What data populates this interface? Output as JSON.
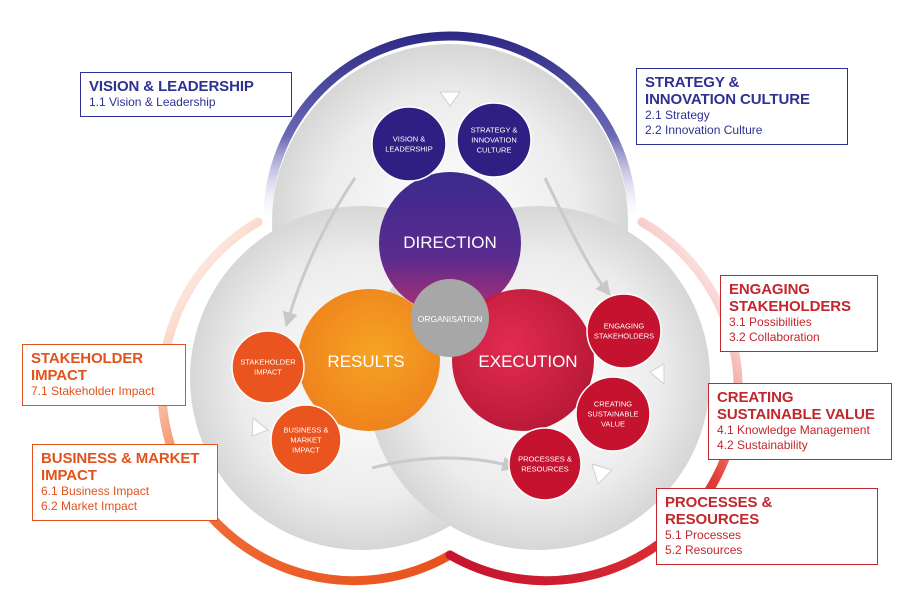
{
  "colors": {
    "direction": "#4b2a8f",
    "direction_small": "#2f1f82",
    "execution": "#c4122f",
    "results": "#f08c1a",
    "results_small": "#e9541f",
    "organisation": "#a7a7a7",
    "box_blue": "#2e3192",
    "box_red": "#c1272d",
    "box_orange": "#e2521d"
  },
  "hub": {
    "label": "ORGANISATION"
  },
  "centers": [
    {
      "id": "direction",
      "label": "DIRECTION"
    },
    {
      "id": "results",
      "label": "RESULTS"
    },
    {
      "id": "execution",
      "label": "EXECUTION"
    }
  ],
  "criteria_circles": [
    {
      "id": "vision",
      "lines": [
        "VISION &",
        "LEADERSHIP"
      ]
    },
    {
      "id": "strategy",
      "lines": [
        "STRATEGY &",
        "INNOVATION",
        "CULTURE"
      ]
    },
    {
      "id": "engaging",
      "lines": [
        "ENGAGING",
        "STAKEHOLDERS"
      ]
    },
    {
      "id": "creating",
      "lines": [
        "CREATING",
        "SUSTAINABLE",
        "VALUE"
      ]
    },
    {
      "id": "processes",
      "lines": [
        "PROCESSES &",
        "RESOURCES"
      ]
    },
    {
      "id": "business",
      "lines": [
        "BUSINESS &",
        "MARKET",
        "IMPACT"
      ]
    },
    {
      "id": "stakeholder",
      "lines": [
        "STAKEHOLDER",
        "IMPACT"
      ]
    }
  ],
  "boxes": [
    {
      "id": "vision",
      "title": "VISION & LEADERSHIP",
      "items": [
        "1.1 Vision & Leadership"
      ]
    },
    {
      "id": "strategy",
      "title": "STRATEGY &\nINNOVATION CULTURE",
      "items": [
        "2.1 Strategy",
        "2.2 Innovation Culture"
      ]
    },
    {
      "id": "engaging",
      "title": "ENGAGING\nSTAKEHOLDERS",
      "items": [
        "3.1 Possibilities",
        "3.2 Collaboration"
      ]
    },
    {
      "id": "creating",
      "title": "CREATING\nSUSTAINABLE VALUE",
      "items": [
        "4.1 Knowledge Management",
        "4.2 Sustainability"
      ]
    },
    {
      "id": "processes",
      "title": "PROCESSES & RESOURCES",
      "items": [
        "5.1 Processes",
        "5.2 Resources"
      ]
    },
    {
      "id": "stakeholder",
      "title": "STAKEHOLDER\nIMPACT",
      "items": [
        "7.1 Stakeholder Impact"
      ]
    },
    {
      "id": "business",
      "title": "BUSINESS & MARKET\nIMPACT",
      "items": [
        "6.1 Business Impact",
        "6.2 Market Impact"
      ]
    }
  ]
}
